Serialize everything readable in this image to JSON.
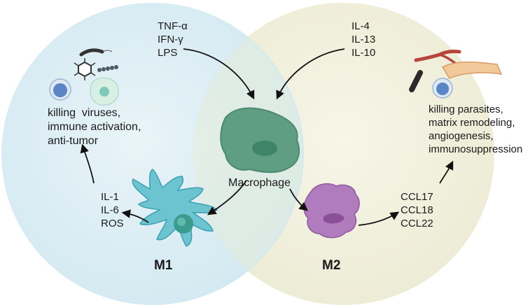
{
  "inputs_m1": [
    "TNF-α",
    "IFN-γ",
    "LPS"
  ],
  "inputs_m2": [
    "IL-4",
    "IL-13",
    "IL-10"
  ],
  "m1": {
    "label": "M1",
    "secreted": [
      "IL-1",
      "IL-6",
      "ROS"
    ],
    "functions": [
      "killing  viruses,",
      "immune activation,",
      "anti-tumor"
    ]
  },
  "m2": {
    "label": "M2",
    "secreted": [
      "CCL17",
      "CCL18",
      "CCL22"
    ],
    "functions": [
      "killing parasites,",
      "matrix remodeling,",
      "angiogenesis,",
      "immunosuppression"
    ]
  },
  "center": {
    "label": "Macrophage"
  },
  "colors": {
    "m1_zone": "#d9edf4",
    "m2_zone": "#f3f2df",
    "macrophage": "#5f9e83",
    "m1_cell": "#6cc4d1",
    "m2_cell": "#b07cbd"
  }
}
